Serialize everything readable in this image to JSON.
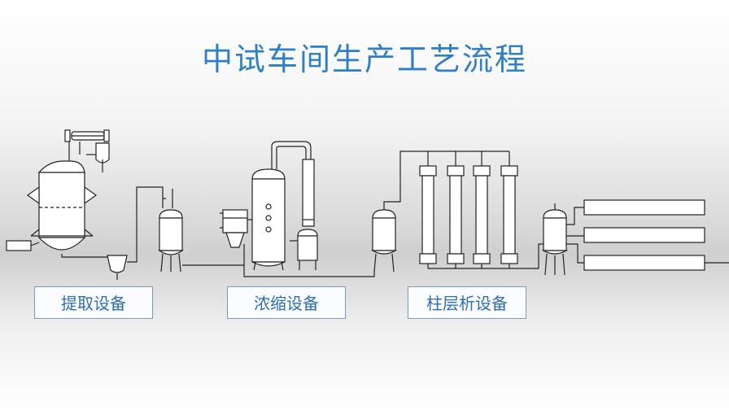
{
  "title": "中试车间生产工艺流程",
  "stages": [
    {
      "label": "提取设备"
    },
    {
      "label": "浓缩设备"
    },
    {
      "label": "柱层析设备"
    }
  ],
  "colors": {
    "title": "#2f7fc8",
    "label_text": "#2f6fb0",
    "label_border": "#7a9bbf",
    "equipment_stroke": "#222222",
    "equipment_fill": "#ffffff"
  }
}
